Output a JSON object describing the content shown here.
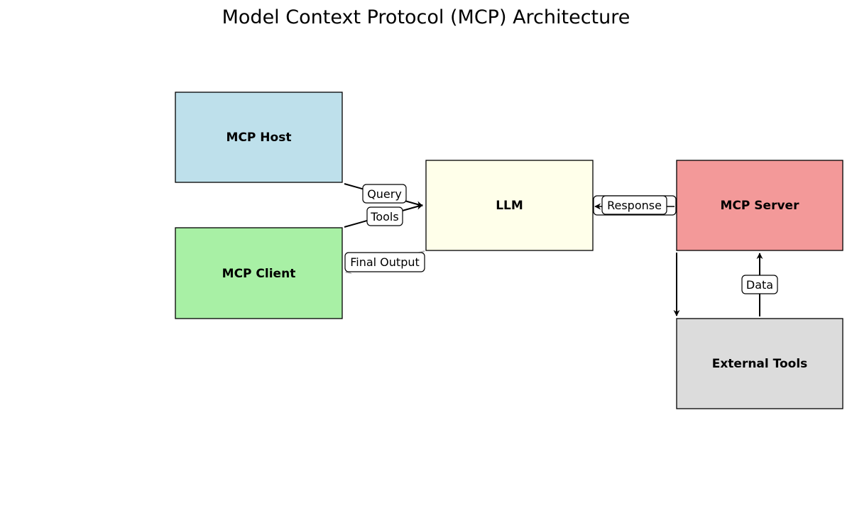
{
  "title": "Model Context Protocol (MCP) Architecture",
  "nodes": {
    "mcp_host": {
      "label": "MCP Host",
      "color": "#bee0eb"
    },
    "mcp_client": {
      "label": "MCP Client",
      "color": "#a8f0a5"
    },
    "llm": {
      "label": "LLM",
      "color": "#ffffea"
    },
    "mcp_server": {
      "label": "MCP Server",
      "color": "#f39999"
    },
    "external_tools": {
      "label": "External Tools",
      "color": "#dcdcdc"
    }
  },
  "edges": {
    "query": {
      "label": "Query",
      "from": "MCP Host",
      "to": "LLM"
    },
    "tools": {
      "label": "Tools",
      "from": "MCP Client",
      "to": "LLM"
    },
    "final_output": {
      "label": "Final Output",
      "from": "LLM",
      "to": "MCP Client"
    },
    "request": {
      "from": "LLM",
      "to": "MCP Server"
    },
    "response": {
      "label": "Response",
      "from": "MCP Server",
      "to": "LLM"
    },
    "server_to_tools": {
      "from": "MCP Server",
      "to": "External Tools"
    },
    "data": {
      "label": "Data",
      "from": "External Tools",
      "to": "MCP Server"
    }
  }
}
